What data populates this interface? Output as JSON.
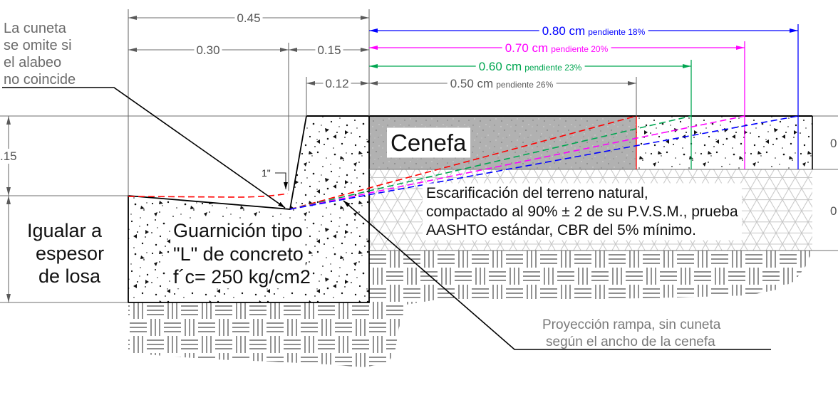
{
  "note": [
    "La cuneta",
    "se omite si",
    "el alabeo",
    "no coincide"
  ],
  "dimensions": {
    "total": "0.45",
    "curb_left": "0.30",
    "curb_right": "0.15",
    "curb_top": "0.12",
    "left_height": ".15",
    "right_height_top": "0",
    "right_height_bottom": "0",
    "step": "1\""
  },
  "ramp_widths": [
    {
      "width": "0.80 cm",
      "slope": "pendiente 18%",
      "color": "#0000ff",
      "line_color": "#0000ff"
    },
    {
      "width": "0.70 cm",
      "slope": "pendiente 20%",
      "color": "#ff00ff",
      "line_color": "#ff00ff"
    },
    {
      "width": "0.60 cm",
      "slope": "pendiente 23%",
      "color": "#00a651",
      "line_color": "#00a651"
    },
    {
      "width": "0.50 cm",
      "slope": "pendiente 26%",
      "color": "#5a5a5a",
      "line_color": "#ff0000"
    }
  ],
  "labels": {
    "cenefa": "Cenefa",
    "base": [
      "Escarificación del terreno natural,",
      "compactado al 90% ± 2 de su P.V.S.M., prueba",
      "AASHTO estándar, CBR del 5% mínimo."
    ],
    "slab": [
      "Igualar a",
      "espesor",
      "de losa"
    ],
    "curb": [
      "Guarnición tipo",
      "\"L\" de concreto",
      "f´c= 250 kg/cm2"
    ],
    "projection": [
      "Proyección rampa, sin cuneta",
      "según el ancho de la cenefa"
    ]
  },
  "colors": {
    "dimension": "#5a5a5a",
    "outline": "#000000",
    "cuneta_line": "#ff0000"
  }
}
